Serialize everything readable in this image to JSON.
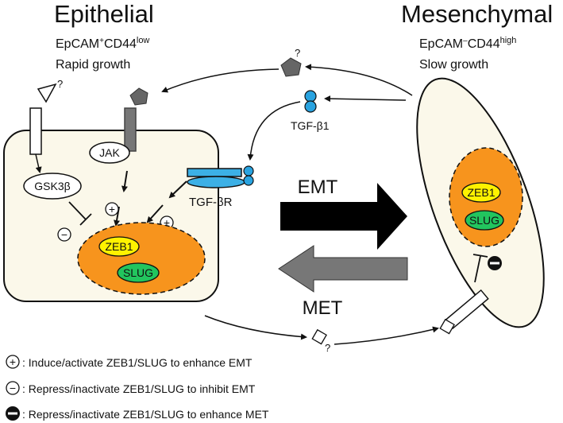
{
  "epithelial": {
    "title": "Epithelial",
    "marker_base": "EpCAM",
    "marker_sup1": "+",
    "marker_mid": "CD44",
    "marker_sup2": "low",
    "growth": "Rapid growth"
  },
  "mesenchymal": {
    "title": "Mesenchymal",
    "marker_base": "EpCAM",
    "marker_sup1": "–",
    "marker_mid": "CD44",
    "marker_sup2": "high",
    "growth": "Slow growth"
  },
  "labels": {
    "jak": "JAK",
    "gsk_base": "GSK3",
    "gsk_greek": "β",
    "tgfb1_base": "TGF-",
    "tgfb1_greek": "β",
    "tgfb1_suffix": "1",
    "tgfbr_base": "TGF-",
    "tgfbr_greek": "β",
    "tgfbr_suffix": "R",
    "zeb1": "ZEB1",
    "slug": "SLUG",
    "emt": "EMT",
    "met": "MET",
    "question": "?",
    "plus": "+",
    "minus": "−"
  },
  "legend": [
    {
      "text": ": Induce/activate ZEB1/SLUG to enhance EMT"
    },
    {
      "text": ": Repress/inactivate ZEB1/SLUG to inhibit EMT"
    },
    {
      "text": ": Repress/inactivate ZEB1/SLUG to enhance MET"
    }
  ],
  "colors": {
    "cell_fill": "#fbf8ea",
    "nucleus_fill": "#f7941d",
    "zeb1_fill": "#fff200",
    "slug_fill": "#22c55e",
    "tgf_blue": "#29a3e0",
    "receptor_blue": "#3cb0e6",
    "ligand_gray": "#666666",
    "emt_arrow": "#000000",
    "met_arrow": "#777777"
  }
}
